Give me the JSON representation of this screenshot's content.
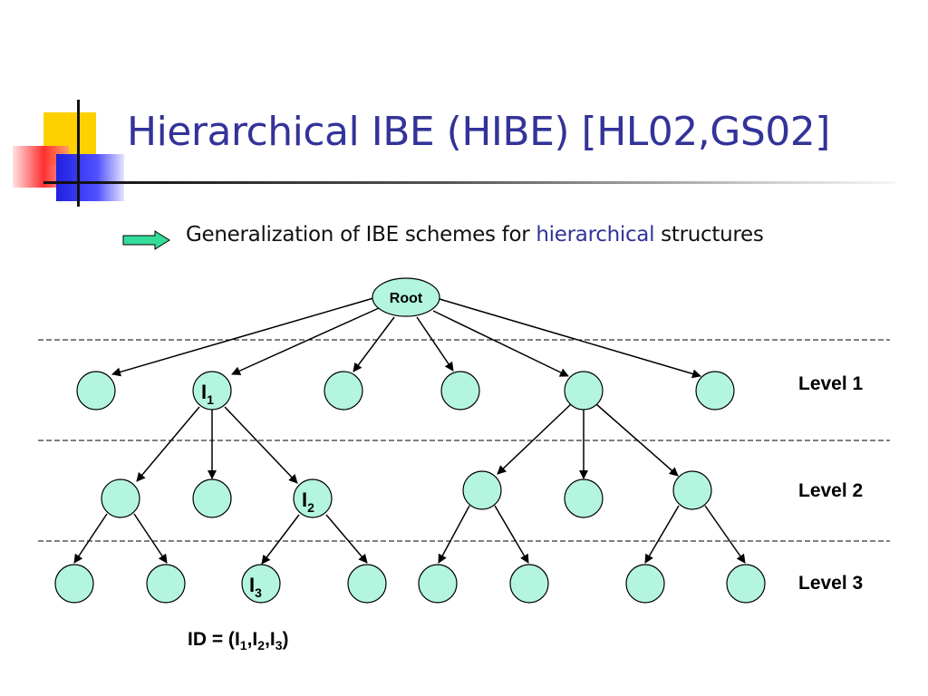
{
  "title": "Hierarchical IBE (HIBE) [HL02,GS02]",
  "subtitle": {
    "before": "Generalization of IBE schemes for ",
    "highlight": "hierarchical",
    "after": " structures"
  },
  "colors": {
    "title": "#333399",
    "highlight": "#333399",
    "node_fill": "#b3f5df",
    "arrow_fill": "#33dd99"
  },
  "root_label": "Root",
  "node_labels": {
    "i1": {
      "main": "I",
      "sub": "1"
    },
    "i2": {
      "main": "I",
      "sub": "2"
    },
    "i3": {
      "main": "I",
      "sub": "3"
    }
  },
  "levels": [
    "Level 1",
    "Level 2",
    "Level 3"
  ],
  "id_formula": {
    "prefix": "ID = (",
    "parts": [
      {
        "main": "I",
        "sub": "1"
      },
      {
        "main": "I",
        "sub": "2"
      },
      {
        "main": "I",
        "sub": "3"
      }
    ],
    "separator": ",",
    "suffix": ")"
  }
}
